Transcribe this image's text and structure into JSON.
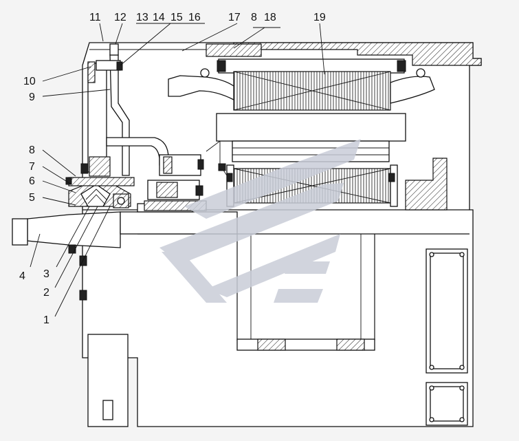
{
  "colors": {
    "background": "#f4f4f4",
    "line": "#111111",
    "watermark": "#c9cdd8"
  },
  "callouts": [
    {
      "id": "1",
      "text": "1"
    },
    {
      "id": "2",
      "text": "2"
    },
    {
      "id": "3",
      "text": "3"
    },
    {
      "id": "4",
      "text": "4"
    },
    {
      "id": "5",
      "text": "5"
    },
    {
      "id": "6",
      "text": "6"
    },
    {
      "id": "7",
      "text": "7"
    },
    {
      "id": "8a",
      "text": "8"
    },
    {
      "id": "9",
      "text": "9"
    },
    {
      "id": "10",
      "text": "10"
    },
    {
      "id": "11",
      "text": "11"
    },
    {
      "id": "12",
      "text": "12"
    },
    {
      "id": "13",
      "text": "13"
    },
    {
      "id": "14",
      "text": "14"
    },
    {
      "id": "15",
      "text": "15"
    },
    {
      "id": "16",
      "text": "16"
    },
    {
      "id": "17",
      "text": "17"
    },
    {
      "id": "8b",
      "text": "8"
    },
    {
      "id": "18",
      "text": "18"
    },
    {
      "id": "19",
      "text": "19"
    }
  ],
  "watermark": {
    "icon": "manufacturer-logo-watermark"
  }
}
